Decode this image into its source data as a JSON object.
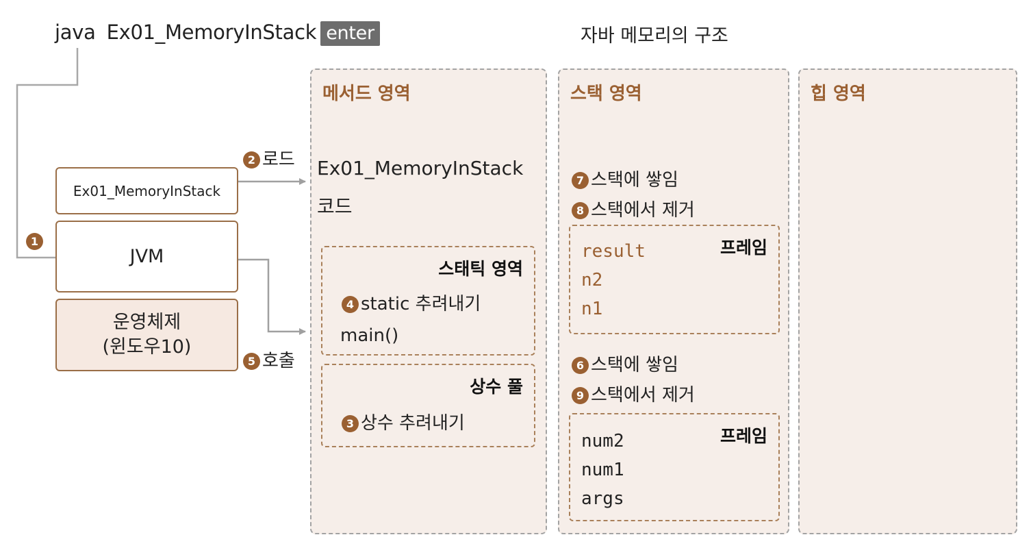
{
  "command": {
    "java": "java",
    "class": "Ex01_MemoryInStack",
    "key": "enter"
  },
  "diagram_title": "자바 메모리의 구조",
  "left": {
    "class_box": "Ex01_MemoryInStack",
    "jvm_box": "JVM",
    "os_box_line1": "운영체제",
    "os_box_line2": "(윈도우10)",
    "step1_badge": "1",
    "step2_badge": "2",
    "step2_label": "로드",
    "step5_badge": "5",
    "step5_label": "호출"
  },
  "method_area": {
    "title": "메서드 영역",
    "code_line1": "Ex01_MemoryInStack",
    "code_line2": "코드",
    "static_area": {
      "title": "스태틱 영역",
      "step_badge": "4",
      "step_text": "static 추려내기",
      "item": "main()"
    },
    "constant_pool": {
      "title": "상수 풀",
      "step_badge": "3",
      "step_text": "상수 추려내기"
    }
  },
  "stack_area": {
    "title": "스택 영역",
    "step7_badge": "7",
    "step7_text": "스택에 쌓임",
    "step8_badge": "8",
    "step8_text": "스택에서 제거",
    "frame_top": {
      "title": "프레임",
      "vars": [
        "result",
        "n2",
        "n1"
      ]
    },
    "step6_badge": "6",
    "step6_text": "스택에 쌓임",
    "step9_badge": "9",
    "step9_text": "스택에서 제거",
    "frame_bottom": {
      "title": "프레임",
      "vars": [
        "num2",
        "num1",
        "args"
      ]
    }
  },
  "heap_area": {
    "title": "힙 영역"
  },
  "colors": {
    "accent": "#9a6032",
    "box_border": "#9a6e47",
    "region_bg": "#f6eee9",
    "arrow": "#a0a0a0"
  }
}
